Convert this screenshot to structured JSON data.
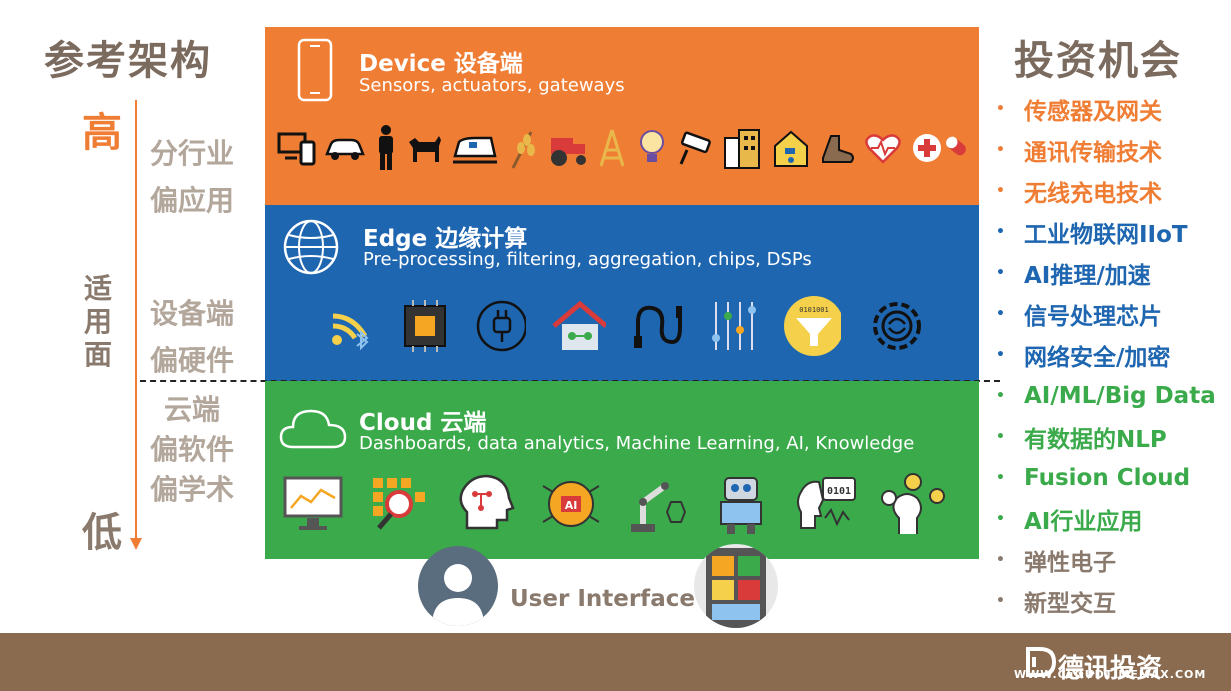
{
  "left": {
    "title": "参考架构",
    "high": "高",
    "low": "低",
    "vertical": [
      "适",
      "用",
      "面"
    ],
    "labels": [
      {
        "lines": [
          "分行业",
          "偏应用"
        ]
      },
      {
        "lines": [
          "设备端",
          "偏硬件"
        ]
      },
      {
        "lines": [
          "云端",
          "偏软件",
          "偏学术"
        ]
      }
    ]
  },
  "layers": {
    "device": {
      "title": "Device 设备端",
      "subtitle": "Sensors, actuators, gateways",
      "color": "#f07d34"
    },
    "edge": {
      "title": "Edge 边缘计算",
      "subtitle": "Pre-processing, filtering, aggregation, chips, DSPs",
      "color": "#1f66b1"
    },
    "cloud": {
      "title": "Cloud 云端",
      "subtitle": "Dashboards, data analytics, Machine Learning, AI, Knowledge",
      "color": "#3aaa4b"
    }
  },
  "icons": {
    "device": [
      "devices-icon",
      "car-icon",
      "person-icon",
      "dog-icon",
      "train-icon",
      "wheat-icon",
      "tractor-icon",
      "tower-icon",
      "bulb-icon",
      "camera-icon",
      "building-icon",
      "home-water-icon",
      "shoe-icon",
      "heart-icon",
      "medical-icon"
    ],
    "edge": [
      "wifi-bluetooth-icon",
      "chip-icon",
      "plug-icon",
      "smart-home-icon",
      "cable-icon",
      "sliders-icon",
      "data-filter-icon",
      "gear-sync-icon"
    ],
    "cloud": [
      "monitor-chart-icon",
      "data-search-icon",
      "ai-head-icon",
      "ai-brain-icon",
      "robot-arm-icon",
      "robot-icon",
      "voice-binary-icon",
      "mind-idea-icon"
    ]
  },
  "user_interface": {
    "label": "User Interface"
  },
  "right": {
    "title": "投资机会",
    "bullets": [
      {
        "text": "传感器及网关",
        "color": "#f07d34"
      },
      {
        "text": "通讯传输技术",
        "color": "#f07d34"
      },
      {
        "text": "无线充电技术",
        "color": "#f07d34"
      },
      {
        "text": "工业物联网IIoT",
        "color": "#1f66b1"
      },
      {
        "text": "AI推理/加速",
        "color": "#1f66b1"
      },
      {
        "text": "信号处理芯片",
        "color": "#1f66b1"
      },
      {
        "text": "网络安全/加密",
        "color": "#1f66b1"
      },
      {
        "text": "AI/ML/Big Data",
        "color": "#3aaa4b"
      },
      {
        "text": "有数据的NLP",
        "color": "#3aaa4b"
      },
      {
        "text": "Fusion Cloud",
        "color": "#3aaa4b"
      },
      {
        "text": "AI行业应用",
        "color": "#3aaa4b"
      },
      {
        "text": "弹性电子",
        "color": "#8a7a6e"
      },
      {
        "text": "新型交互",
        "color": "#8a7a6e"
      }
    ],
    "bullet_char": "•"
  },
  "footer": {
    "brand": "德讯投资",
    "watermark": "WWW.CLOUDTIMEMAX.COM"
  }
}
